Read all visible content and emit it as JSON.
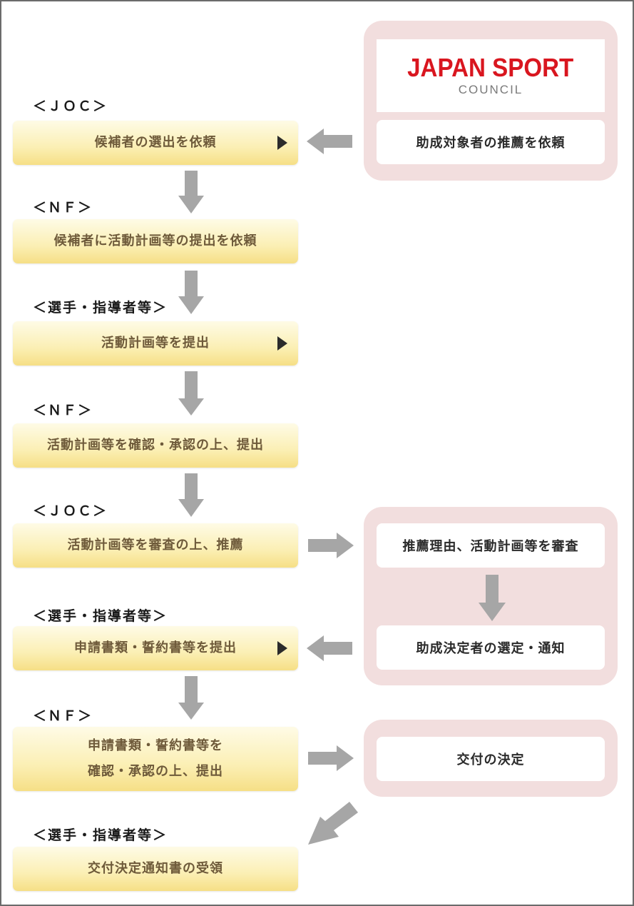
{
  "labels": [
    "＜ＪＯＣ＞",
    "＜ＮＦ＞",
    "＜選手・指導者等＞",
    "＜ＮＦ＞",
    "＜ＪＯＣ＞",
    "＜選手・指導者等＞",
    "＜ＮＦ＞",
    "＜選手・指導者等＞"
  ],
  "steps": [
    {
      "text": "候補者の選出を依頼"
    },
    {
      "text": "候補者に活動計画等の提出を依頼"
    },
    {
      "text": "活動計画等を提出"
    },
    {
      "text": "活動計画等を確認・承認の上、提出"
    },
    {
      "text": "活動計画等を審査の上、推薦"
    },
    {
      "text": "申請書類・誓約書等を提出"
    },
    {
      "line1": "申請書類・誓約書等を",
      "line2": "確認・承認の上、提出"
    },
    {
      "text": "交付決定通知書の受領"
    }
  ],
  "jsc": {
    "logo_main": "JAPAN SPORT",
    "logo_sub": "COUNCIL",
    "request": "助成対象者の推薦を依頼",
    "review": "推薦理由、活動計画等を審査",
    "selection": "助成決定者の選定・通知",
    "decision": "交付の決定"
  },
  "colors": {
    "logo_red": "#d9161f",
    "step_fill": "#fbefb4",
    "panel_pink": "#f2dede",
    "arrow_gray": "#a6a6a6"
  }
}
